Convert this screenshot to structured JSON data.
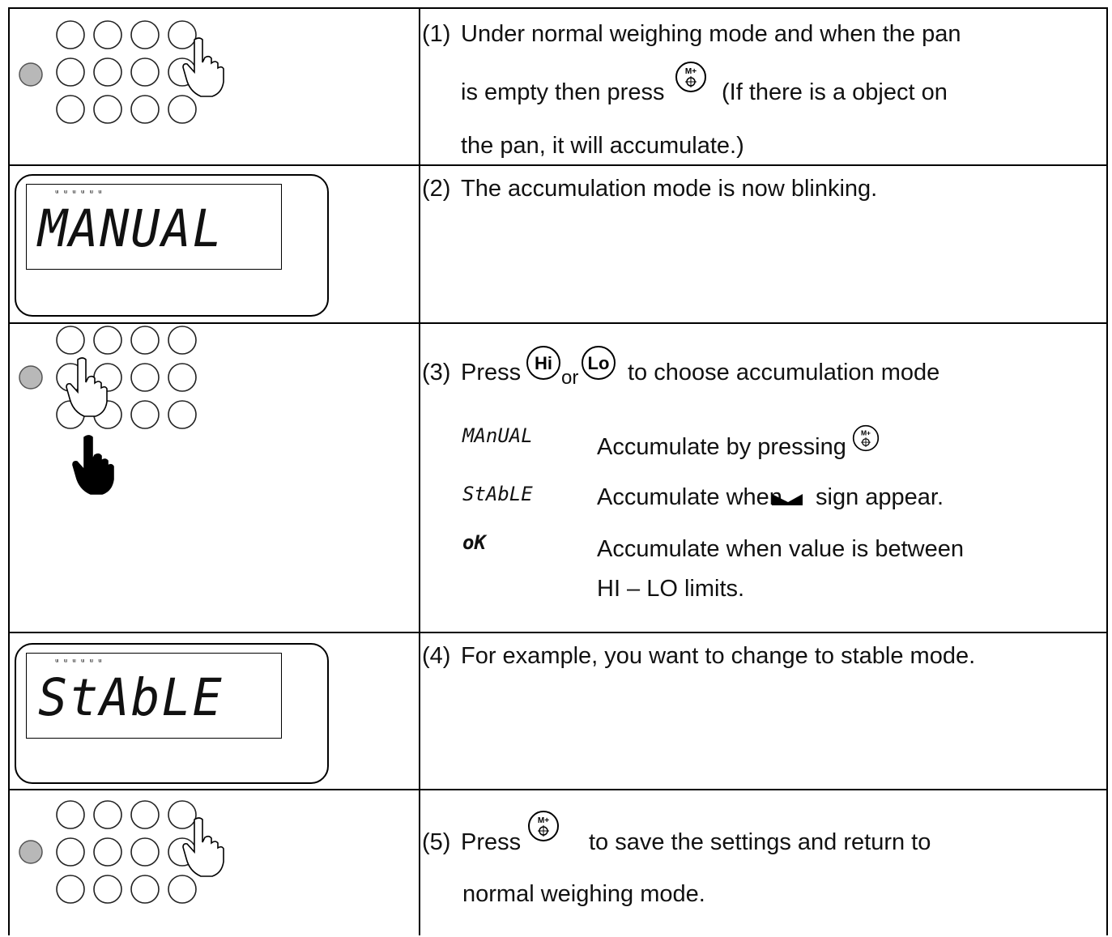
{
  "keys": {
    "mplus_top": "M+",
    "hi": "Hi",
    "lo": "Lo"
  },
  "rows": [
    {
      "step": "(1)",
      "lines": [
        "Under normal weighing mode and when the pan",
        "is empty then press",
        "(If there is a object on",
        "the pan, it will accumulate.)"
      ]
    },
    {
      "step": "(2)",
      "lines": [
        "The accumulation mode is now blinking."
      ],
      "display": "MANUAL"
    },
    {
      "step": "(3)",
      "press": "Press",
      "or": "or",
      "tail": "to choose accumulation mode",
      "options": [
        {
          "code": "MAnUAL",
          "desc": "Accumulate by pressing"
        },
        {
          "code": "StAbLE",
          "desc_a": "Accumulate when",
          "desc_b": "sign appear."
        },
        {
          "code": "oK",
          "desc": "Accumulate when value is between",
          "desc2": "HI – LO limits."
        }
      ]
    },
    {
      "step": "(4)",
      "lines": [
        "For example, you want to change to stable mode."
      ],
      "display": "StAbLE"
    },
    {
      "step": "(5)",
      "press": "Press",
      "tail": "to save the settings and return to",
      "line2": "normal weighing mode."
    }
  ]
}
